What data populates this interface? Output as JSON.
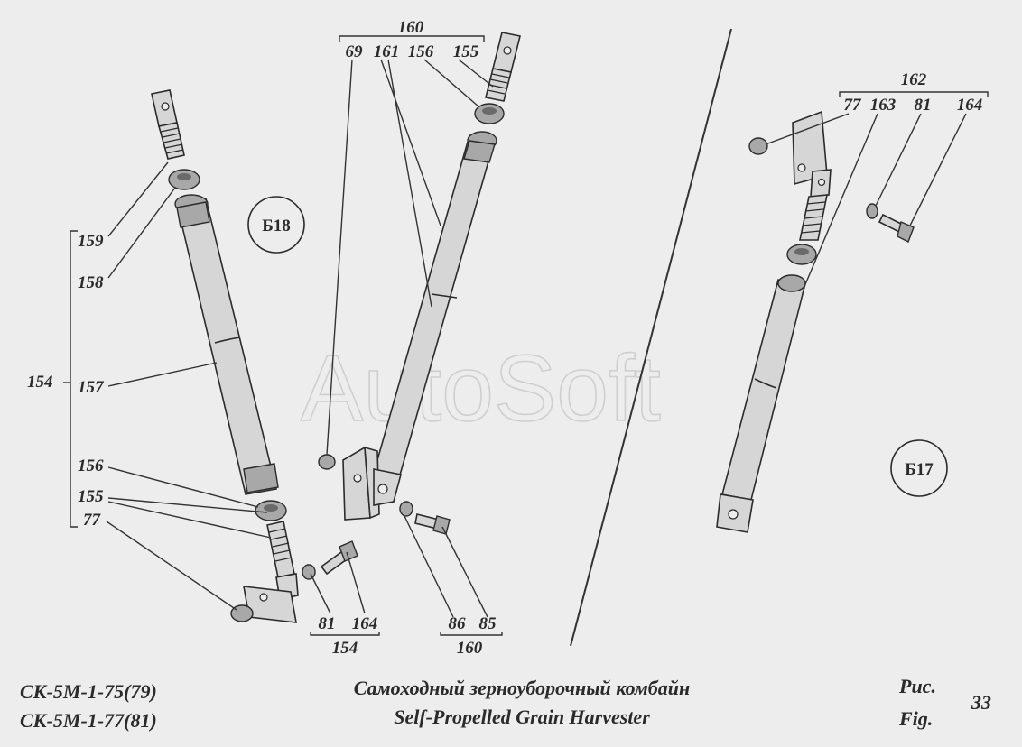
{
  "watermark": "AutoSoft",
  "view_marks": {
    "left": "Б18",
    "right": "Б17"
  },
  "labels": {
    "p160_top": "160",
    "p69": "69",
    "p161": "161",
    "p156_top": "156",
    "p155_top": "155",
    "p162": "162",
    "p77_right": "77",
    "p163": "163",
    "p81_right": "81",
    "p164_right": "164",
    "p159": "159",
    "p158": "158",
    "p154": "154",
    "p157": "157",
    "p156": "156",
    "p155": "155",
    "p77": "77",
    "p81_bottom": "81",
    "p164_bottom": "164",
    "p154_bottom": "154",
    "p86": "86",
    "p85": "85",
    "p160_bottom": "160"
  },
  "caption": {
    "model_line1": "СК-5М-1-75(79)",
    "model_line2": "СК-5М-1-77(81)",
    "title_ru": "Самоходный зерноуборочный комбайн",
    "title_en": "Self-Propelled Grain Harvester",
    "fig_ru": "Рис.",
    "fig_en": "Fig.",
    "fig_number": "33"
  }
}
